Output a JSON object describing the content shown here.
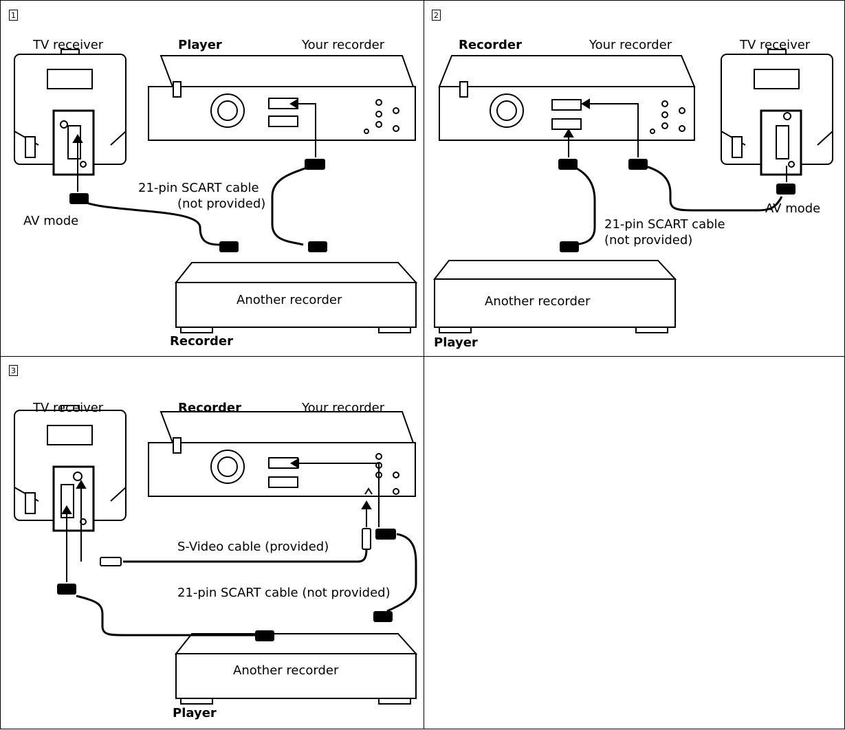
{
  "panels": [
    {
      "number": "1",
      "tv_label": "TV receiver",
      "role_top": "Player",
      "your_recorder": "Your recorder",
      "scart_cable": "21-pin SCART cable",
      "not_provided": "(not provided)",
      "av_mode": "AV mode",
      "another_recorder": "Another recorder",
      "role_bottom": "Recorder"
    },
    {
      "number": "2",
      "role_top": "Recorder",
      "your_recorder": "Your recorder",
      "tv_label": "TV receiver",
      "av_mode": "AV mode",
      "scart_cable": "21-pin SCART cable",
      "not_provided": "(not provided)",
      "another_recorder": "Another recorder",
      "role_bottom": "Player"
    },
    {
      "number": "3",
      "tv_label": "TV receiver",
      "role_top": "Recorder",
      "your_recorder": "Your recorder",
      "svideo_cable": "S-Video cable (provided)",
      "scart_cable": "21-pin SCART cable  (not provided)",
      "another_recorder": "Another recorder",
      "role_bottom": "Player"
    }
  ]
}
